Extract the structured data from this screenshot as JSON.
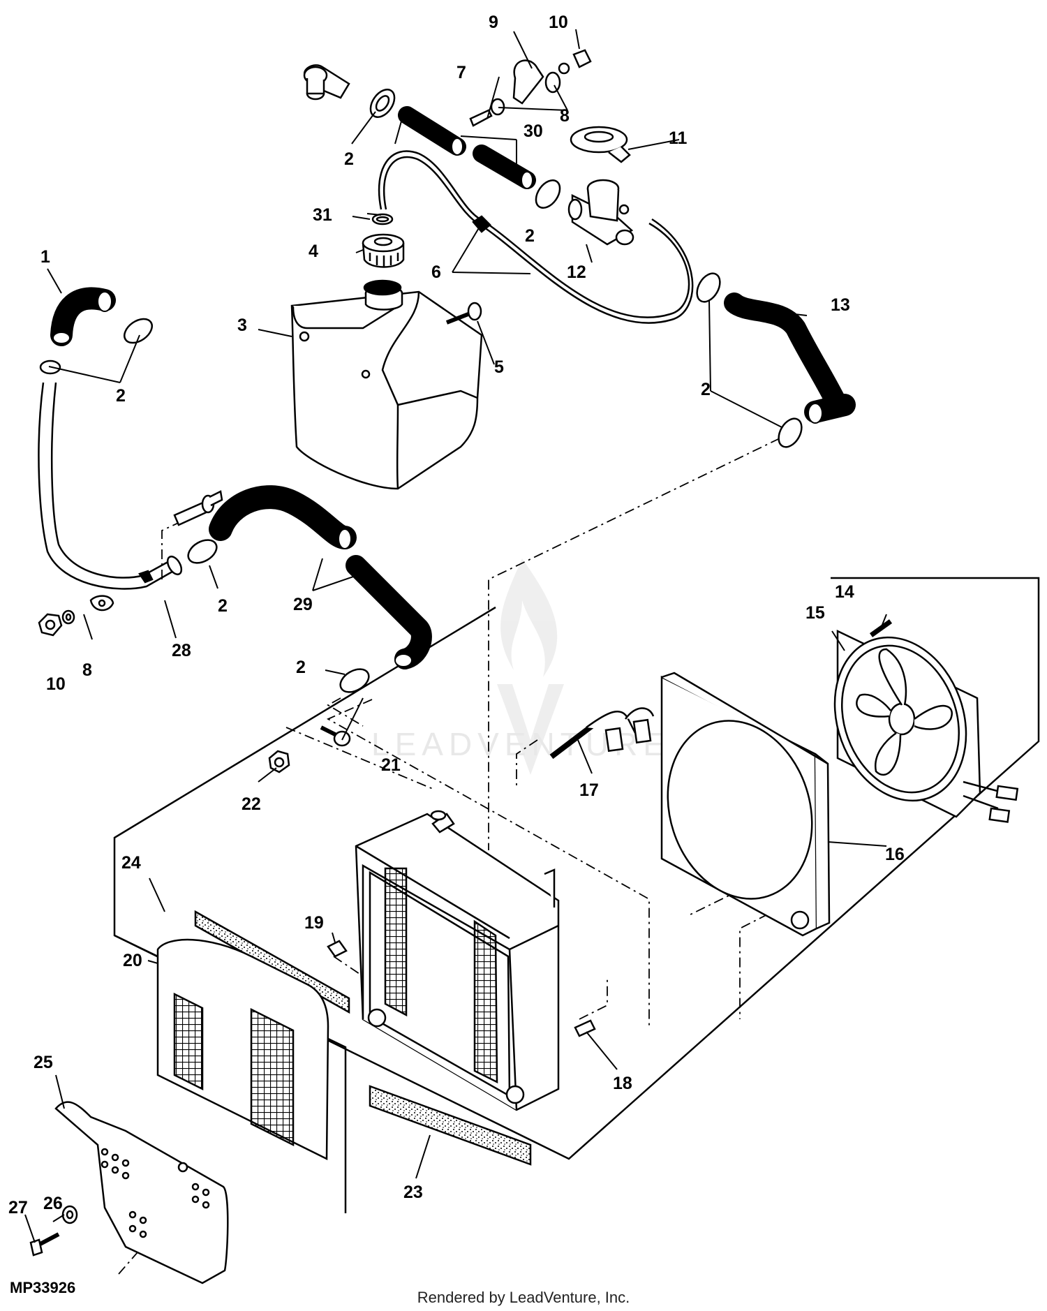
{
  "diagram": {
    "reference": "MP33926",
    "watermark": "LEADVENTURE",
    "footer": "Rendered by LeadVenture, Inc.",
    "callouts": [
      {
        "id": "c1",
        "label": "1"
      },
      {
        "id": "c2a",
        "label": "2"
      },
      {
        "id": "c2b",
        "label": "2"
      },
      {
        "id": "c2c",
        "label": "2"
      },
      {
        "id": "c2d",
        "label": "2"
      },
      {
        "id": "c2e",
        "label": "2"
      },
      {
        "id": "c2f",
        "label": "2"
      },
      {
        "id": "c3",
        "label": "3"
      },
      {
        "id": "c4",
        "label": "4"
      },
      {
        "id": "c5",
        "label": "5"
      },
      {
        "id": "c6",
        "label": "6"
      },
      {
        "id": "c7",
        "label": "7"
      },
      {
        "id": "c8a",
        "label": "8"
      },
      {
        "id": "c8b",
        "label": "8"
      },
      {
        "id": "c9",
        "label": "9"
      },
      {
        "id": "c10a",
        "label": "10"
      },
      {
        "id": "c10b",
        "label": "10"
      },
      {
        "id": "c11",
        "label": "11"
      },
      {
        "id": "c12",
        "label": "12"
      },
      {
        "id": "c13",
        "label": "13"
      },
      {
        "id": "c14",
        "label": "14"
      },
      {
        "id": "c15",
        "label": "15"
      },
      {
        "id": "c16",
        "label": "16"
      },
      {
        "id": "c17",
        "label": "17"
      },
      {
        "id": "c18",
        "label": "18"
      },
      {
        "id": "c19",
        "label": "19"
      },
      {
        "id": "c20",
        "label": "20"
      },
      {
        "id": "c21",
        "label": "21"
      },
      {
        "id": "c22",
        "label": "22"
      },
      {
        "id": "c23",
        "label": "23"
      },
      {
        "id": "c24",
        "label": "24"
      },
      {
        "id": "c25",
        "label": "25"
      },
      {
        "id": "c26",
        "label": "26"
      },
      {
        "id": "c27",
        "label": "27"
      },
      {
        "id": "c28",
        "label": "28"
      },
      {
        "id": "c29",
        "label": "29"
      },
      {
        "id": "c30",
        "label": "30"
      },
      {
        "id": "c31",
        "label": "31"
      }
    ]
  }
}
